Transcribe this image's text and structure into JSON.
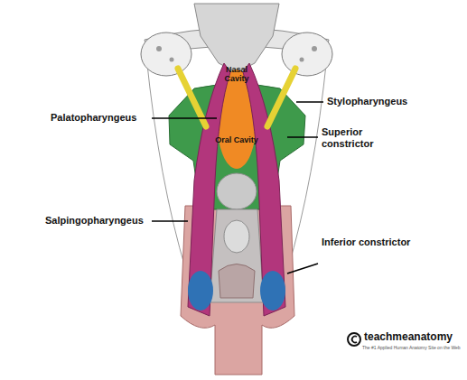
{
  "diagram": {
    "labels": [
      "Nasal Cavity",
      "Oral Cavity",
      "Palatopharyngeus",
      "Stylopharyngeus",
      "Superior constrictor",
      "Salpingopharyngeus",
      "Inferior constrictor",
      "teachmeanatomy",
      "The #1 Applied Human Anatomy Site on the Web"
    ]
  }
}
